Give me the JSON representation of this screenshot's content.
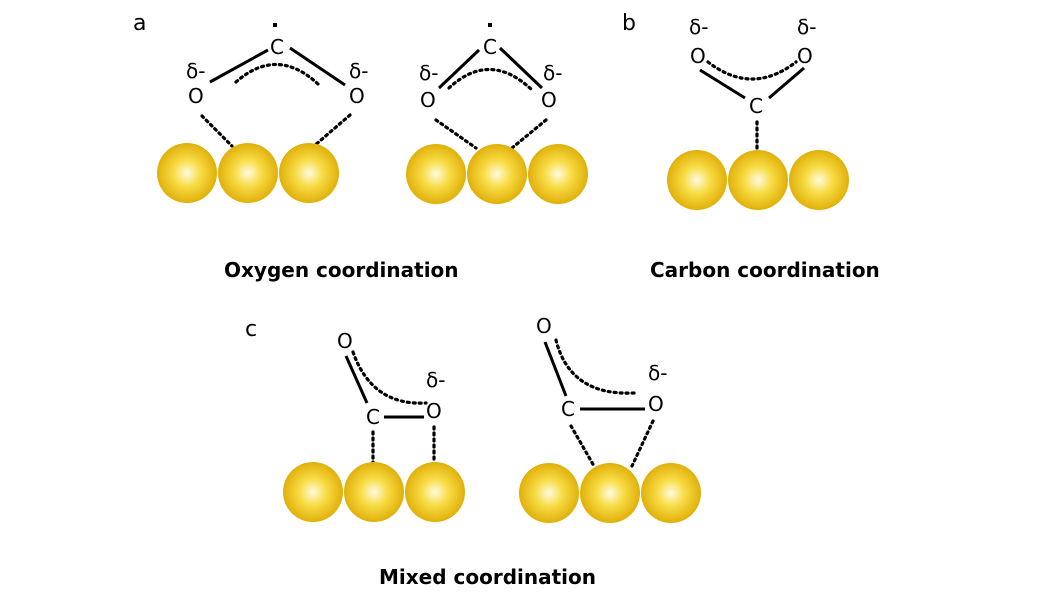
{
  "panels": {
    "a": {
      "label": "a",
      "caption": "Oxygen coordination"
    },
    "b": {
      "label": "b",
      "caption": "Carbon coordination"
    },
    "c": {
      "label": "c",
      "caption": "Mixed coordination"
    }
  },
  "atoms": {
    "carbon": "C",
    "oxygen": "O"
  },
  "charge": "δ-",
  "colors": {
    "metal": "#e6bb0c",
    "metal_highlight": "#fffbe0",
    "bond": "#000000"
  }
}
